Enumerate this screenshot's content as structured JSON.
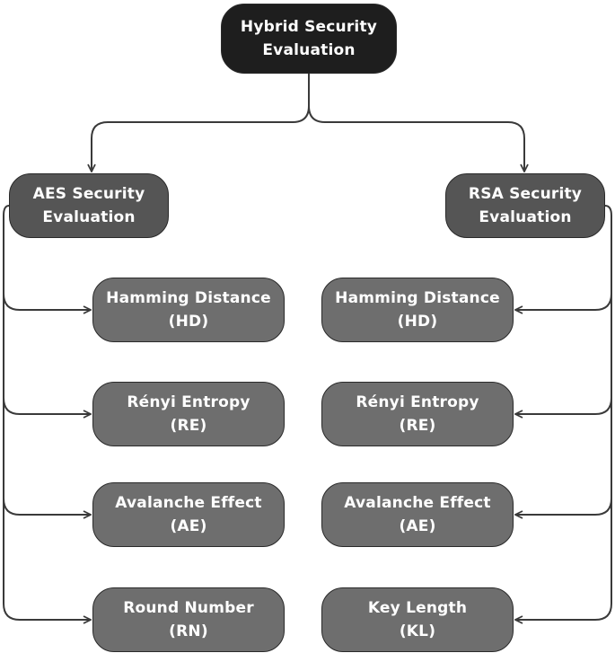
{
  "root": {
    "line1": "Hybrid Security",
    "line2": "Evaluation"
  },
  "branches": {
    "aes": {
      "line1": "AES Security",
      "line2": "Evaluation"
    },
    "rsa": {
      "line1": "RSA Security",
      "line2": "Evaluation"
    }
  },
  "aes_metrics": [
    {
      "name": "Hamming Distance",
      "abbr": "(HD)"
    },
    {
      "name": "Rényi Entropy",
      "abbr": "(RE)"
    },
    {
      "name": "Avalanche Effect",
      "abbr": "(AE)"
    },
    {
      "name": "Round Number",
      "abbr": "(RN)"
    }
  ],
  "rsa_metrics": [
    {
      "name": "Hamming Distance",
      "abbr": "(HD)"
    },
    {
      "name": "Rényi Entropy",
      "abbr": "(RE)"
    },
    {
      "name": "Avalanche Effect",
      "abbr": "(AE)"
    },
    {
      "name": "Key Length",
      "abbr": "(KL)"
    }
  ],
  "colors": {
    "root_fill": "#1e1e1e",
    "branch_fill": "#555555",
    "metric_fill": "#6e6e6e",
    "connector": "#3a3a3a"
  }
}
